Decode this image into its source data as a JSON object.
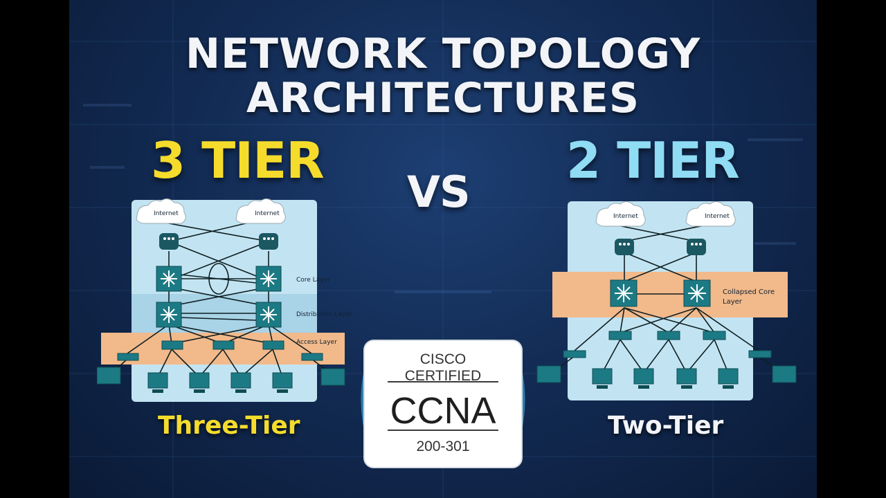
{
  "title": {
    "line1": "NETWORK TOPOLOGY",
    "line2": "ARCHITECTURES"
  },
  "vs_label": "VS",
  "colors": {
    "three_tier_accent": "#f5dc2c",
    "two_tier_accent": "#8fdcf4",
    "panel": "#c2e4f2",
    "layer_band": "#f2b98a",
    "device": "#1c7a84",
    "router": "#1b5862"
  },
  "three_tier": {
    "heading": "3 TIER",
    "caption": "Three-Tier",
    "clouds": [
      "Internet",
      "Internet"
    ],
    "layers": {
      "core": "Core Layer",
      "distribution": "Distribution Layer",
      "access": "Access Layer"
    }
  },
  "two_tier": {
    "heading": "2 TIER",
    "caption": "Two-Tier",
    "clouds": [
      "Internet",
      "Internet"
    ],
    "layers": {
      "collapsed_core_1": "Collapsed Core",
      "collapsed_core_2": "Layer"
    }
  },
  "badge": {
    "line1": "CISCO",
    "line2": "CERTIFIED",
    "line3": "CCNA",
    "line4": "200-301"
  }
}
